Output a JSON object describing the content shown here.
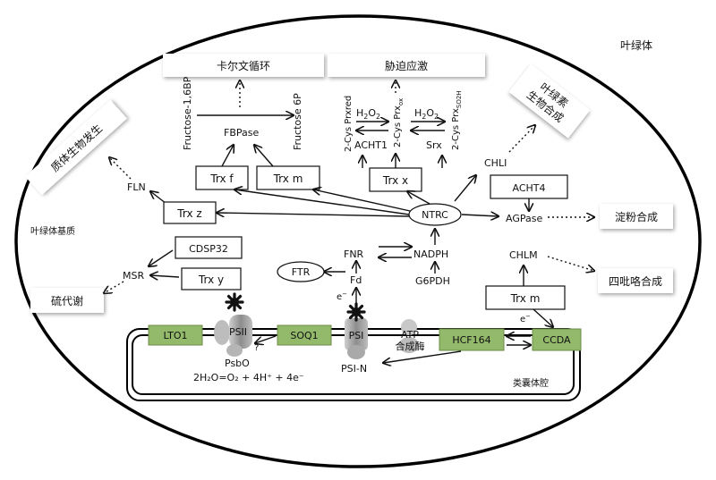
{
  "compartments": {
    "chloroplast": "叶绿体",
    "stroma": "叶绿体基质",
    "lumen": "类囊体腔"
  },
  "outputs": {
    "calvin": "卡尔文循环",
    "stress": "胁迫应激",
    "chlorophyll_line1": "叶绿素",
    "chlorophyll_line2": "生物合成",
    "plastid_dev": "质体生物发生",
    "starch": "淀粉合成",
    "tetrapyrrole": "四吡咯合成",
    "sulfur": "硫代谢"
  },
  "nodes": {
    "fructose16bp": "Fructose-1,6BP",
    "fructose6p": "Fructose 6P",
    "fbpase": "FBPase",
    "trxf": "Trx f",
    "trxm_top": "Trx m",
    "trxx": "Trx x",
    "h2o2_a": "H",
    "h2o2_b": "O",
    "h2o2_sub1": "2",
    "h2o2_sub2": "2",
    "prxred": "2-Cys Prxred",
    "prxox": "2-Cys Prx",
    "prxox_sub": "ox",
    "prxso2h": "2-Cys Prx",
    "prxso2h_sub": "SO2H",
    "acht1": "ACHT1",
    "srx": "Srx",
    "chli": "CHLI",
    "acht4": "ACHT4",
    "agpase": "AGPase",
    "ntrc": "NTRC",
    "nadph": "NADPH",
    "g6pdh": "G6PDH",
    "fnr": "FNR",
    "fd": "Fd",
    "ftr": "FTR",
    "fln": "FLN",
    "trxz": "Trx z",
    "cdsp32": "CDSP32",
    "trxy": "Trx y",
    "msr": "MSR",
    "chlm": "CHLM",
    "trxm_bottom": "Trx m",
    "electron": "e",
    "electron_sup": "−",
    "psii": "PSII",
    "psbo": "PsbO",
    "question": "?",
    "psi": "PSI",
    "psin": "PSI-N",
    "atp_line1": "ATP",
    "atp_line2": "合成酶",
    "water_eq": "2H₂O=O₂ + 4H⁺ + 4e⁻"
  },
  "membrane_proteins": {
    "lto1": "LTO1",
    "soq1": "SOQ1",
    "hcf164": "HCF164",
    "ccda": "CCDA"
  },
  "colors": {
    "green_protein": "#93b96a",
    "gray_complex": "#9a9a9a"
  }
}
